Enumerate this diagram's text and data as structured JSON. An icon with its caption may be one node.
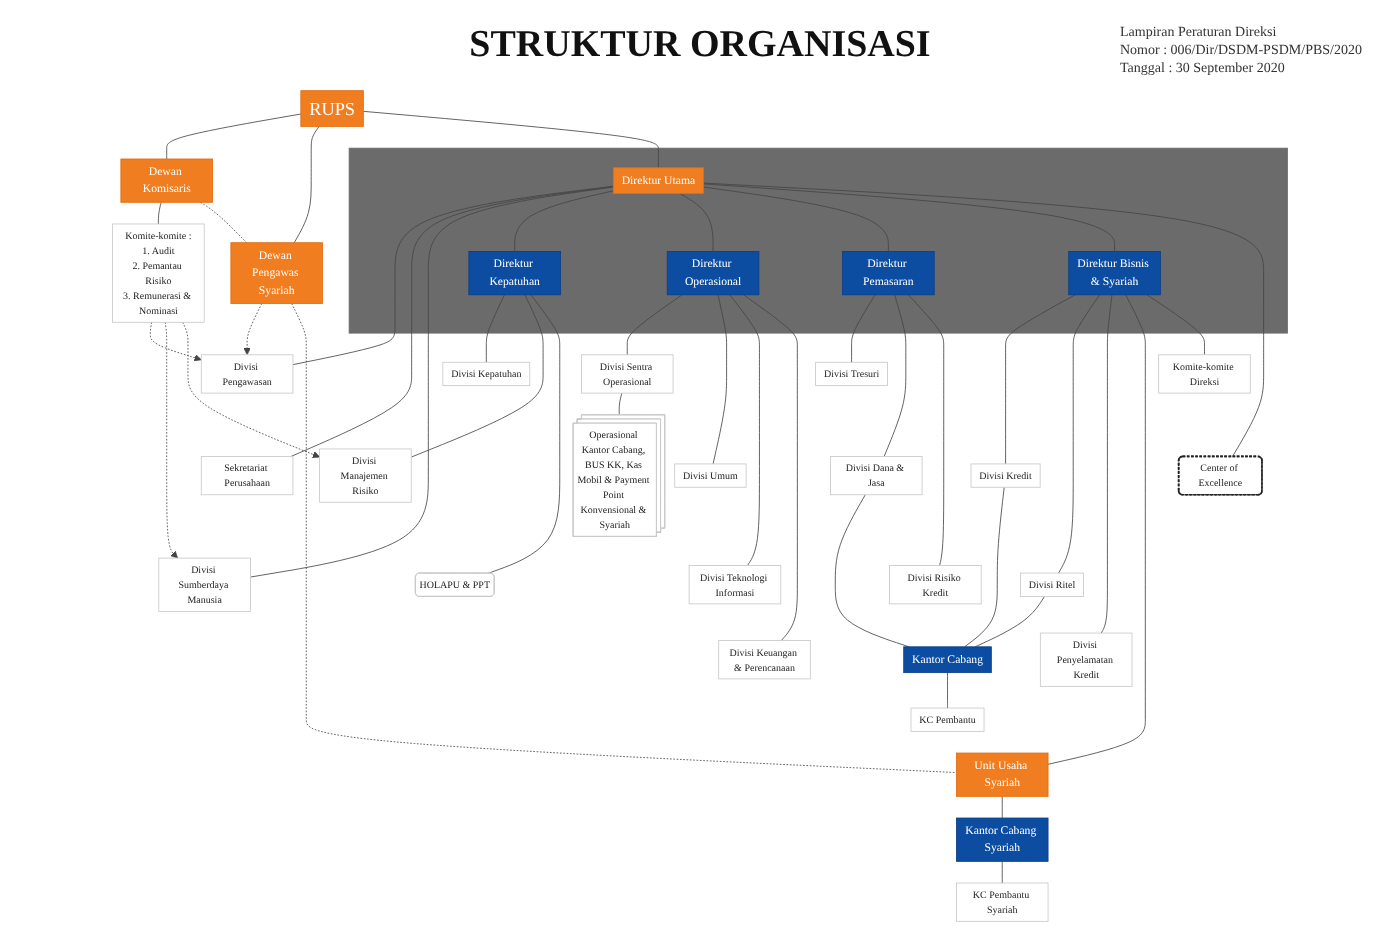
{
  "diagram": {
    "title": "STRUKTUR ORGANISASI",
    "nodes": [
      {
        "text": [
          "RUPS"
        ]
      },
      {
        "text": [
          "Dewan Komisaris"
        ]
      },
      {
        "text": [
          "Komite-komite :",
          "1. Audit",
          "2. Pemantau Risiko",
          "3. Remunerasi & Nominasi"
        ]
      },
      {
        "text": [
          "Dewan Pengawas Syariah"
        ]
      },
      {
        "text": [],
        "shape": "box"
      },
      {
        "text": [
          "Direktur Utama"
        ],
        "in": 4
      },
      {
        "text": [
          "Direktur Kepatuhan"
        ],
        "in": 4
      },
      {
        "text": [
          "Direktur Operasional"
        ],
        "in": 4
      },
      {
        "text": [
          "Direktur Pemasaran"
        ],
        "in": 4
      },
      {
        "text": [
          "Direktur Bisnis & Syariah"
        ],
        "in": 4
      },
      {
        "text": [
          "Komite-komite Direksi"
        ]
      },
      {
        "text": [
          "Divisi Pengawasan"
        ]
      },
      {
        "text": [
          "Center of Excellence"
        ]
      },
      {
        "text": [
          "Sekretariat Perusahaan"
        ]
      },
      {
        "text": [
          "Divisi Kepatuhan"
        ]
      },
      {
        "text": [
          "Divisi Sentra Operasional"
        ]
      },
      {
        "text": [
          "Divisi Tresuri"
        ]
      },
      {
        "text": [
          "Divisi Kredit"
        ]
      },
      {
        "text": [
          "Divisi Sumberdaya Manusia"
        ]
      },
      {
        "text": [
          "Divisi Manajemen Risiko"
        ]
      },
      {
        "text": [
          "Divisi Umum"
        ]
      },
      {
        "text": [
          "Divisi Dana & Jasa"
        ]
      },
      {
        "text": [
          "Divisi Ritel"
        ]
      },
      {
        "text": [
          "Divisi Teknologi Informasi"
        ]
      },
      {
        "text": [
          "Divisi Risiko Kredit"
        ]
      },
      {
        "text": [
          "Divisi Penyelamatan Kredit"
        ]
      },
      {
        "text": [
          "Divisi Keuangan & Perencanaan"
        ]
      },
      {
        "text": [
          "Unit Usaha Syariah"
        ]
      },
      {
        "text": [
          "HOLAPU & PPT"
        ]
      },
      {
        "text": [
          "Operasional Kantor Cabang, BUS KK, Kas Mobil & Payment Point Konvensional & Syariah"
        ]
      },
      {
        "text": [
          "Kantor Cabang"
        ]
      },
      {
        "text": [
          "Kantor Cabang Syariah"
        ]
      },
      {
        "text": [
          "KC Pembantu"
        ]
      },
      {
        "text": [
          "KC Pembantu Syariah"
        ]
      }
    ],
    "edges": [
      {
        "from": 0,
        "to": 1,
        "arrow": "none"
      },
      {
        "from": 1,
        "to": 2,
        "arrow": "none"
      },
      {
        "from": 1,
        "to": 3,
        "arrow": "none",
        "style": "dashed"
      },
      {
        "from": 2,
        "to": 11,
        "arrow": "to",
        "style": "dashed"
      },
      {
        "from": 2,
        "to": 18,
        "arrow": "to",
        "style": "dashed"
      },
      {
        "from": 2,
        "to": 19,
        "arrow": "to",
        "style": "dashed"
      },
      {
        "from": 3,
        "to": 11,
        "arrow": "to",
        "style": "dashed"
      },
      {
        "from": 0,
        "to": 3,
        "arrow": "none"
      },
      {
        "from": 0,
        "to": 5,
        "arrow": "none"
      },
      {
        "from": 5,
        "to": 11,
        "arrow": "none"
      },
      {
        "from": 5,
        "to": 13,
        "arrow": "none"
      },
      {
        "from": 5,
        "to": 18,
        "arrow": "none"
      },
      {
        "from": 5,
        "to": 6,
        "arrow": "none"
      },
      {
        "from": 6,
        "to": 14,
        "arrow": "none"
      },
      {
        "from": 6,
        "to": 19,
        "arrow": "none"
      },
      {
        "from": 6,
        "to": 28,
        "arrow": "none"
      },
      {
        "from": 5,
        "to": 7,
        "arrow": "none"
      },
      {
        "from": 7,
        "to": 15,
        "arrow": "none"
      },
      {
        "from": 15,
        "to": 29,
        "arrow": "none"
      },
      {
        "from": 7,
        "to": 20,
        "arrow": "none"
      },
      {
        "from": 7,
        "to": 23,
        "arrow": "none"
      },
      {
        "from": 7,
        "to": 26,
        "arrow": "none"
      },
      {
        "from": 5,
        "to": 8,
        "arrow": "none"
      },
      {
        "from": 8,
        "to": 16,
        "arrow": "none"
      },
      {
        "from": 8,
        "to": 21,
        "arrow": "none"
      },
      {
        "from": 21,
        "to": 30,
        "arrow": "none"
      },
      {
        "from": 8,
        "to": 24,
        "arrow": "none"
      },
      {
        "from": 5,
        "to": 9,
        "arrow": "none"
      },
      {
        "from": 9,
        "to": 17,
        "arrow": "none"
      },
      {
        "from": 17,
        "to": 30,
        "arrow": "none"
      },
      {
        "from": 9,
        "to": 22,
        "arrow": "none"
      },
      {
        "from": 22,
        "to": 30,
        "arrow": "none"
      },
      {
        "from": 9,
        "to": 25,
        "arrow": "none"
      },
      {
        "from": 9,
        "to": 27,
        "arrow": "none"
      },
      {
        "from": 27,
        "to": 31,
        "arrow": "none"
      },
      {
        "from": 30,
        "to": 32,
        "arrow": "none"
      },
      {
        "from": 31,
        "to": 33,
        "arrow": "none"
      },
      {
        "from": 9,
        "to": 10,
        "arrow": "none"
      },
      {
        "from": 5,
        "to": 12,
        "arrow": "none"
      },
      {
        "from": 3,
        "to": 27,
        "arrow": "none",
        "style": "dashed"
      }
    ],
    "labels": [
      "Lampiran Peraturan Direksi",
      "Nomor : 006/Dir/DSDM-PSDM/PBS/2020",
      "Tanggal : 30 September 2020"
    ]
  }
}
